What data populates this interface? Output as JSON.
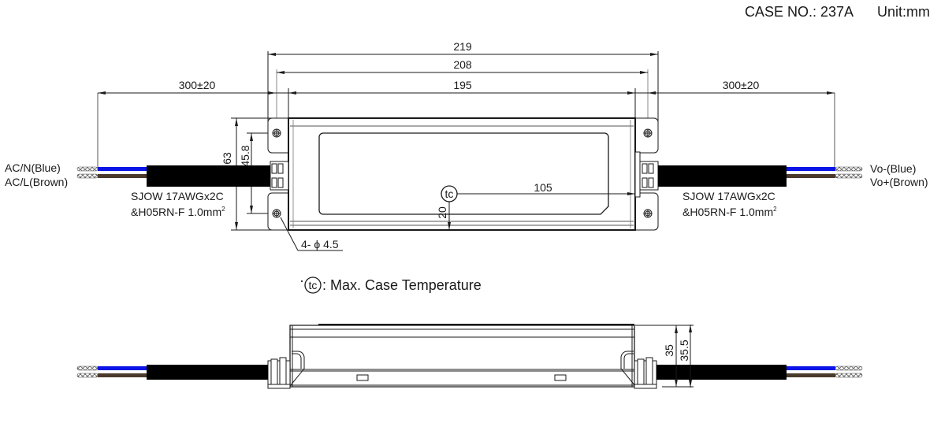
{
  "header": {
    "case_no": "CASE NO.: 237A",
    "unit": "Unit:mm"
  },
  "top_view": {
    "dimensions": {
      "overall_length": "219",
      "mounting_length": "208",
      "body_length": "195",
      "input_cable_length": "300±20",
      "output_cable_length": "300±20",
      "overall_width": "63",
      "mounting_hole_spacing": "45.8",
      "tc_from_edge": "105",
      "tc_from_bottom": "20"
    },
    "input_wires": {
      "n": "AC/N(Blue)",
      "l": "AC/L(Brown)"
    },
    "output_wires": {
      "neg": "Vo-(Blue)",
      "pos": "Vo+(Brown)"
    },
    "input_cable_spec": {
      "line1": "SJOW 17AWGx2C",
      "line2": "&H05RN-F 1.0mm",
      "sup": "2"
    },
    "output_cable_spec": {
      "line1": "SJOW 17AWGx2C",
      "line2": "&H05RN-F 1.0mm",
      "sup": "2"
    },
    "hole_callout": "4- ϕ 4.5",
    "tc_symbol": "tc"
  },
  "legend": {
    "bullet": "·",
    "symbol": "tc",
    "text": ": Max. Case Temperature"
  },
  "side_view": {
    "dimensions": {
      "height": "35",
      "overall_height": "35.5"
    }
  },
  "colors": {
    "blue_wire": "#0a14e6",
    "brown_wire": "#4a3a2c",
    "cable_jacket": "#000000",
    "line": "#1a1a1a"
  }
}
